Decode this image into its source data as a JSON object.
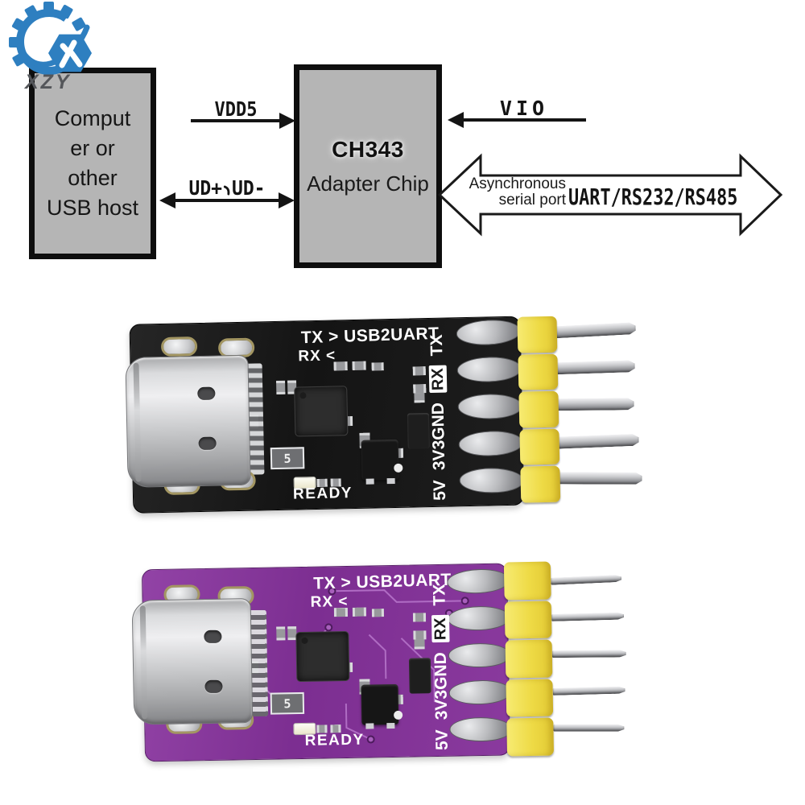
{
  "logo": {
    "brand": "XZY",
    "accent_color": "#2e7fc0",
    "text_color": "#54565a"
  },
  "diagram": {
    "host_box": {
      "lines": [
        "Comput",
        "er or",
        "other",
        "USB host"
      ]
    },
    "chip_box": {
      "title": "CH343",
      "subtitle": "Adapter Chip"
    },
    "vdd5_label": "VDD5",
    "usb_data_label": {
      "full": "UD+、UD-",
      "left": "UD+",
      "separator": "、",
      "right": "UD-"
    },
    "vio_label": "VIO",
    "serial_caption_line1": "Asynchronous",
    "serial_caption_line2": "serial port",
    "serial_standards": "UART/RS232/RS485",
    "box_fill": "#b5b5b5",
    "line_color": "#141414"
  },
  "boards": [
    {
      "variant": "black",
      "pcb_color": "#1a1a1a",
      "header_color": "#f0e04f",
      "pin_color": "#c9cacd",
      "silkscreen": {
        "top_line": "TX > USB2UART",
        "rx_line": "RX <",
        "ready": "READY",
        "rail_5v": "5V",
        "rail_3v3gnd": "3V3GND",
        "rail_rx": "RX",
        "rail_tx": "TX",
        "resistor_marking": "5"
      }
    },
    {
      "variant": "purple",
      "pcb_color": "#86359a",
      "header_color": "#f0e04f",
      "pin_color": "#c9cacd",
      "silkscreen": {
        "top_line": "TX > USB2UART",
        "rx_line": "RX <",
        "ready": "READY",
        "rail_5v": "5V",
        "rail_3v3gnd": "3V3GND",
        "rail_rx": "RX",
        "rail_tx": "TX",
        "resistor_marking": "5"
      }
    }
  ]
}
